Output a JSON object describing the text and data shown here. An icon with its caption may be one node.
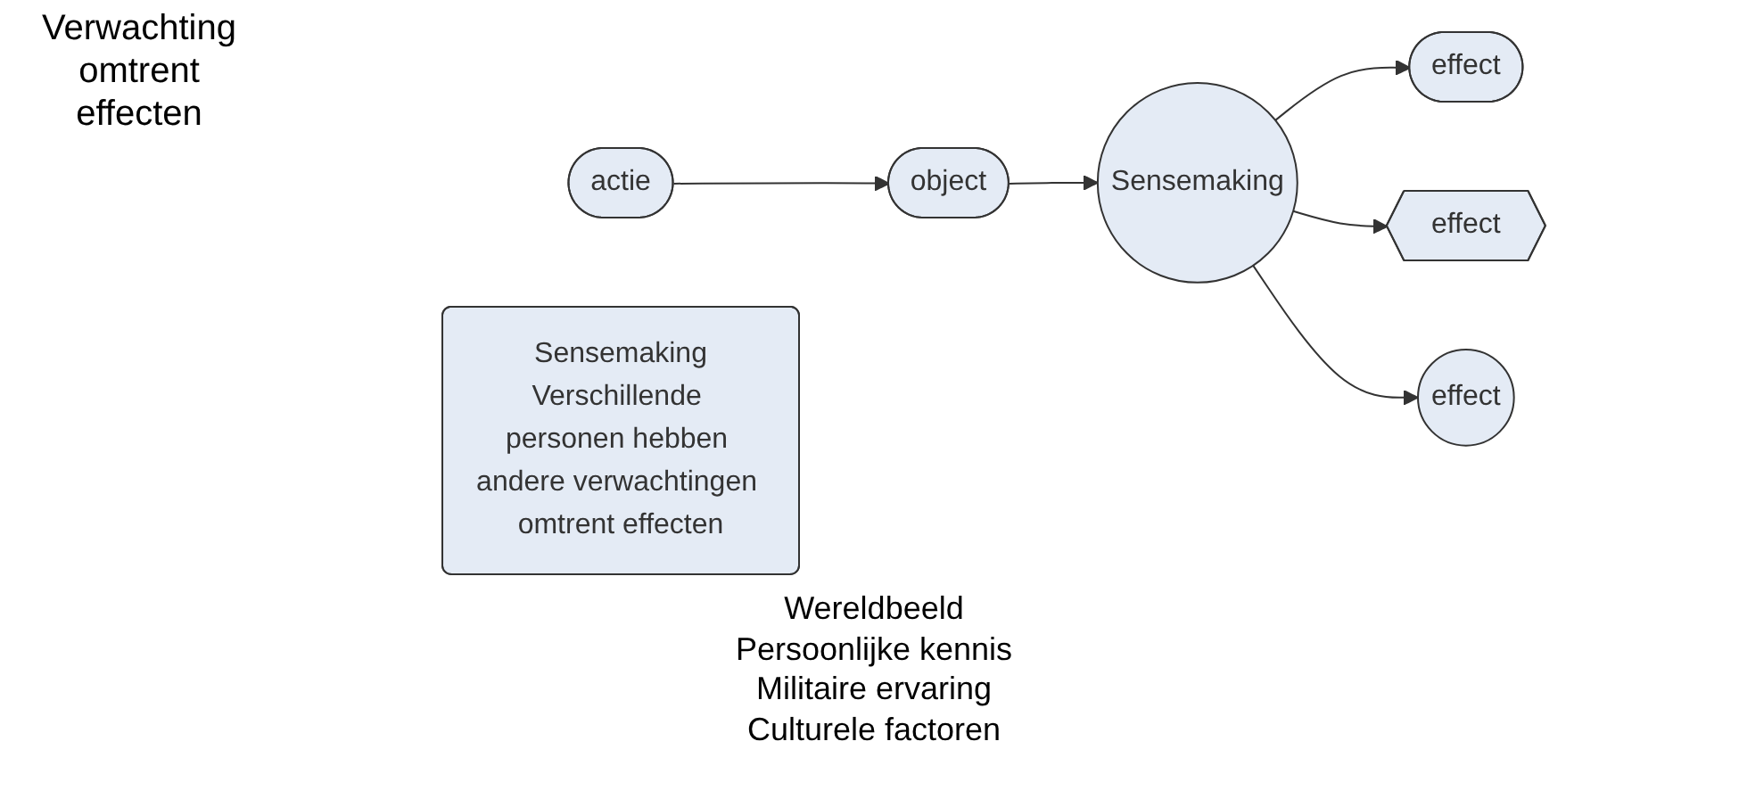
{
  "diagram": {
    "nodes": [
      {
        "text": [
          "actie"
        ]
      },
      {
        "text": [
          "object"
        ]
      },
      {
        "text": [
          "Sensemaking"
        ],
        "beside": [
          "Wereldbeeld",
          "Persoonlijke kennis",
          "Militaire ervaring",
          "Culturele factoren"
        ]
      },
      {
        "text": [
          "effect"
        ]
      },
      {
        "text": [
          "effect"
        ]
      },
      {
        "text": [
          "effect"
        ]
      },
      {
        "text": [
          "Sensemaking",
          "Verschillende personen hebben andere verwachtingen omtrent effecten"
        ]
      }
    ],
    "edges": [
      {
        "from": 0,
        "to": 1,
        "arrow": "to"
      },
      {
        "from": 1,
        "to": 2,
        "arrow": "to"
      },
      {
        "from": 2,
        "to": 3,
        "arrow": "to"
      },
      {
        "from": 2,
        "to": 4,
        "arrow": "to"
      },
      {
        "from": 2,
        "to": 5,
        "arrow": "to"
      }
    ],
    "labels": [
      "Verwachting omtrent effecten"
    ]
  }
}
